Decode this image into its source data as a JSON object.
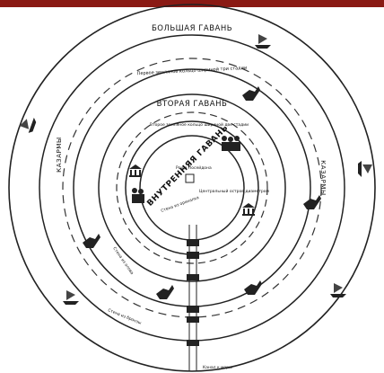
{
  "diagram": {
    "outer_harbor": "БОЛЬШАЯ ГАВАНЬ",
    "second_harbor": "ВТОРАЯ ГАВАНЬ",
    "inner_harbor": "ВНУТРЕННЯЯ ГАВАНЬ",
    "first_ring": "Первое земляное кольцо шириной три стадии",
    "second_ring": "Второе земляное кольцо шириной две стадии",
    "grove": "Роща Посейдона",
    "central_island": "Центральный остров диаметром",
    "orichalcum_wall": "Стена из орихалка",
    "tin_wall": "Стена из олова",
    "bronze_wall": "Стена из бронзы",
    "barracks_left": "КАЗАРМЫ",
    "barracks_right": "КАЗАРМЫ",
    "canal": "Канал к морю"
  }
}
